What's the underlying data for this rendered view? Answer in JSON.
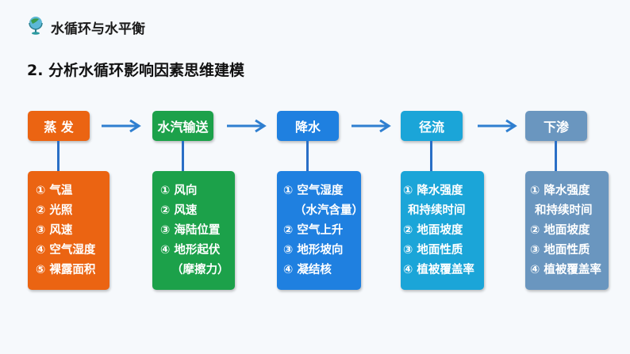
{
  "header": {
    "topic": "水循环与水平衡",
    "heading": "2. 分析水循环影响因素思维建模"
  },
  "colors": {
    "evaporation": "#eb6412",
    "transport": "#1ca14a",
    "precipitation": "#1f80e0",
    "runoff": "#1ba5d8",
    "infiltration": "#6a96bf",
    "arrow": "#2f7fd0"
  },
  "stages": [
    {
      "title": "蒸 发",
      "items": [
        "① 气温",
        "② 光照",
        "③ 风速",
        "④ 空气湿度",
        "⑤ 裸露面积"
      ]
    },
    {
      "title": "水汽输送",
      "items": [
        "① 风向",
        "② 风速",
        "③ 海陆位置",
        "④ 地形起伏",
        "（摩擦力）"
      ]
    },
    {
      "title": "降水",
      "items": [
        "① 空气湿度",
        "（水汽含量）",
        "② 空气上升",
        "③ 地形坡向",
        "④ 凝结核"
      ]
    },
    {
      "title": "径流",
      "items": [
        "① 降水强度",
        "和持续时间",
        "② 地面坡度",
        "③ 地面性质",
        "④ 植被覆盖率"
      ]
    },
    {
      "title": "下渗",
      "items": [
        "① 降水强度",
        "和持续时间",
        "② 地面坡度",
        "③ 地面性质",
        "④ 植被覆盖率"
      ]
    }
  ]
}
